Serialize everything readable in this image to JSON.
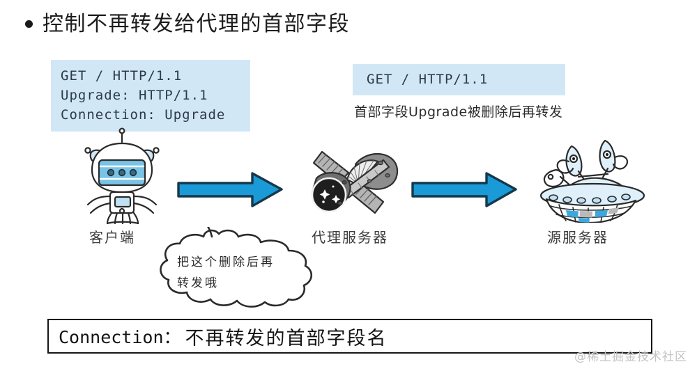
{
  "slide": {
    "title": "控制不再转发给代理的首部字段",
    "bullet_glyph": "●"
  },
  "diagram": {
    "request_box": {
      "lines": [
        "GET / HTTP/1.1",
        "Upgrade: HTTP/1.1",
        "Connection: Upgrade"
      ]
    },
    "forwarded_box": {
      "lines": [
        "GET / HTTP/1.1"
      ],
      "note": "首部字段Upgrade被删除后再转发"
    },
    "nodes": [
      {
        "id": "client",
        "label": "客户端",
        "icon": "robot-client-icon"
      },
      {
        "id": "proxy",
        "label": "代理服务器",
        "icon": "satellite-proxy-icon"
      },
      {
        "id": "origin",
        "label": "源服务器",
        "icon": "ufo-origin-server-icon"
      }
    ],
    "arrows": [
      {
        "id": "arrow-client-to-proxy",
        "direction": "right"
      },
      {
        "id": "arrow-proxy-to-origin",
        "direction": "right"
      }
    ],
    "speech_bubble": {
      "line1": "把这个删除后再",
      "line2": "转发哦"
    }
  },
  "definition": {
    "header_name": "Connection：",
    "description": "不再转发的首部字段名"
  },
  "watermark": "@稀土掘金技术社区",
  "colors": {
    "arrow_blue": "#1b9ad8",
    "arrow_outline": "#16384a",
    "code_box_bg": "#d2e7f6",
    "body_ink": "#1a1a1a",
    "watermark_gray": "#c3c3c3"
  }
}
